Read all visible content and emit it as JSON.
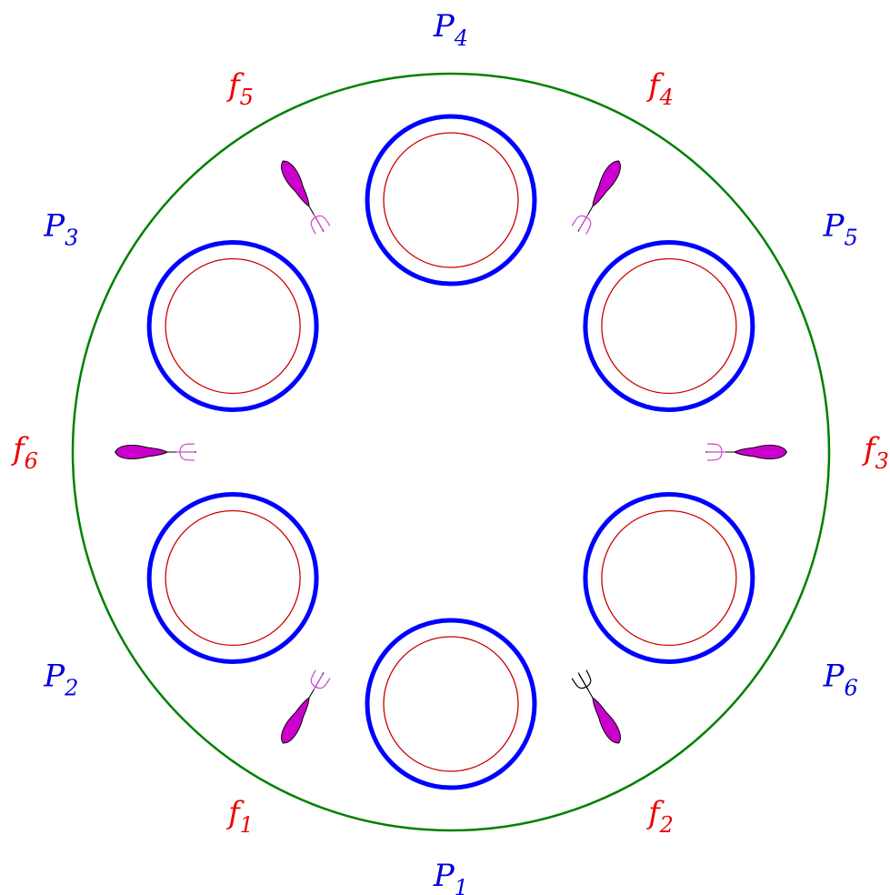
{
  "colors": {
    "table": "#008000",
    "plate_outer": "#0000ff",
    "plate_inner": "#cc0000",
    "philosopher_label": "#0000dd",
    "fork_label": "#ee0000",
    "fork_fill": "#cc00cc",
    "fork_tine": "#cc44cc",
    "outline": "#000000"
  },
  "philosophers": [
    {
      "id": "P1",
      "letter": "P",
      "index": "1"
    },
    {
      "id": "P2",
      "letter": "P",
      "index": "2"
    },
    {
      "id": "P3",
      "letter": "P",
      "index": "3"
    },
    {
      "id": "P4",
      "letter": "P",
      "index": "4"
    },
    {
      "id": "P5",
      "letter": "P",
      "index": "5"
    },
    {
      "id": "P6",
      "letter": "P",
      "index": "6"
    }
  ],
  "forks": [
    {
      "id": "f1",
      "letter": "f",
      "index": "1",
      "tines": "fork_tine"
    },
    {
      "id": "f2",
      "letter": "f",
      "index": "2",
      "tines": "outline"
    },
    {
      "id": "f3",
      "letter": "f",
      "index": "3",
      "tines": "fork_tine"
    },
    {
      "id": "f4",
      "letter": "f",
      "index": "4",
      "tines": "fork_tine"
    },
    {
      "id": "f5",
      "letter": "f",
      "index": "5",
      "tines": "fork_tine"
    },
    {
      "id": "f6",
      "letter": "f",
      "index": "6",
      "tines": "fork_tine"
    }
  ]
}
